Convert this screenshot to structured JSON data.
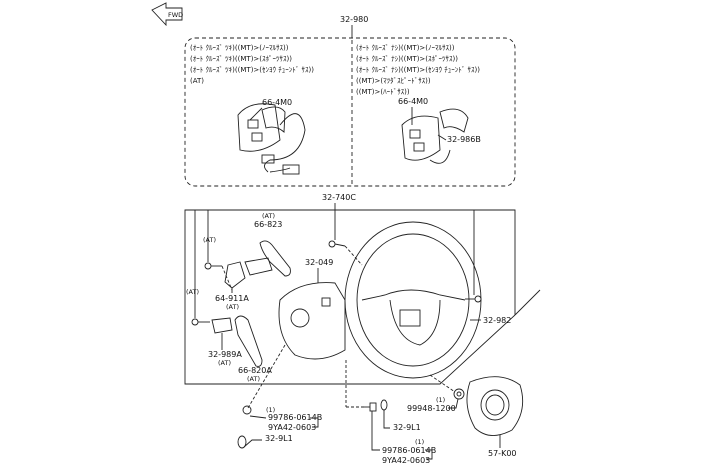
{
  "diagram": {
    "direction_badge": "FWD",
    "assembly_part": "32-980",
    "left_variant_notes": [
      "(ｵｰﾄ ｸﾙｰｽﾞ ﾂｷ)((MT)>(ﾉｰﾏﾙｻｽ))",
      "(ｵｰﾄ ｸﾙｰｽﾞ ﾂｷ)((MT)>(ｽﾎﾟｰﾂｻｽ))",
      "(ｵｰﾄ ｸﾙｰｽﾞ ﾂｷ)((MT)>(ｾﾝﾖｳ ﾁｭｰﾝﾄﾞ ｻｽ))",
      "(AT)"
    ],
    "right_variant_notes": [
      "(ｵｰﾄ ｸﾙｰｽﾞ ﾅｼ)((MT)>(ﾉｰﾏﾙｻｽ))",
      "(ｵｰﾄ ｸﾙｰｽﾞ ﾅｼ)((MT)>(ｽﾎﾟｰﾂｻｽ))",
      "(ｵｰﾄ ｸﾙｰｽﾞ ﾅｼ)((MT)>(ｾﾝﾖｳ ﾁｭｰﾝﾄﾞ ｻｽ))",
      "((MT)>(ﾏﾂﾀﾞｽﾋﾟｰﾄﾞｻｽ))",
      "((MT)>(ﾊｰﾄﾞｻｽ))"
    ],
    "parts": {
      "switch_left": "66-4M0",
      "switch_right": "66-4M0",
      "switch_blank": "32-986B",
      "bolt_top": "32-740C",
      "paddle_up": "66-823",
      "paddle_up_note": "(AT)",
      "cover": "32-049",
      "bracket": "64-911A",
      "bracket_note": "(AT)",
      "screw_left_top_note": "(AT)",
      "screw_left_bottom_note": "(AT)",
      "wheel": "32-982",
      "clip": "32-989A",
      "clip_note": "(AT)",
      "paddle_down": "66-820A",
      "paddle_down_note": "(AT)",
      "nut": "99948-1200",
      "nut_qty": "(1)",
      "bolt_left": "99786-0614B",
      "bolt_left_qty": "(1)",
      "bolt_left_alt": "9YA42-0603",
      "cap_left": "32-9L1",
      "bolt_right": "99786-0614B",
      "bolt_right_qty": "(1)",
      "bolt_right_alt": "9YA42-0603",
      "cap_right": "32-9L1",
      "airbag": "57-K00"
    }
  }
}
